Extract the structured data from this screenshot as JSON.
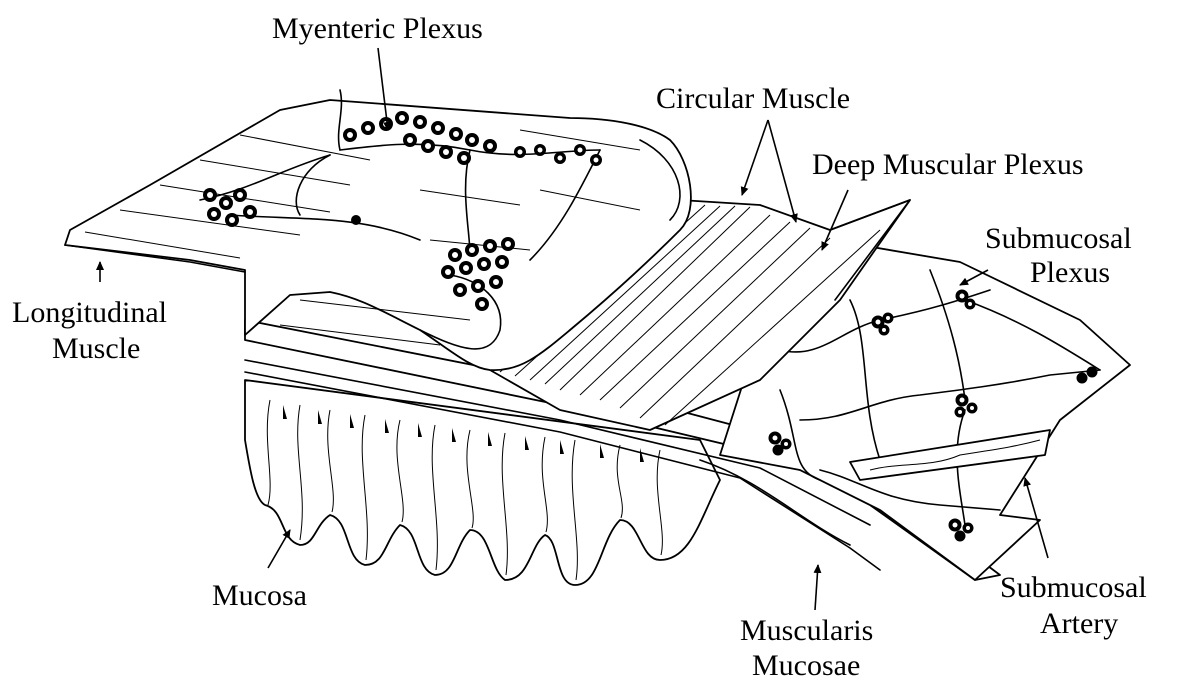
{
  "labels": {
    "myenteric_plexus": "Myenteric Plexus",
    "circular_muscle": "Circular Muscle",
    "deep_muscular_plexus": "Deep Muscular Plexus",
    "submucosal_plexus_1": "Submucosal",
    "submucosal_plexus_2": "Plexus",
    "longitudinal_muscle_1": "Longitudinal",
    "longitudinal_muscle_2": "Muscle",
    "mucosa": "Mucosa",
    "muscularis_mucosae_1": "Muscularis",
    "muscularis_mucosae_2": "Mucosae",
    "submucosal_artery_1": "Submucosal",
    "submucosal_artery_2": "Artery"
  }
}
